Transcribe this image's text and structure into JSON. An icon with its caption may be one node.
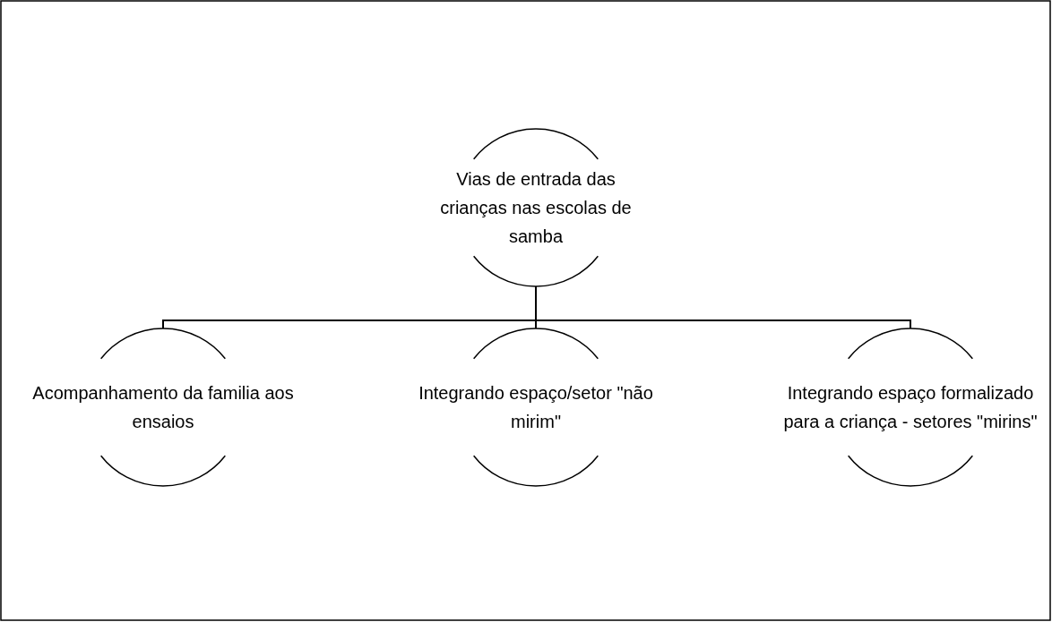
{
  "diagram": {
    "nodes": [
      {
        "text": [
          "Vias de entrada das crianças nas escolas de samba"
        ]
      },
      {
        "text": [
          "Acompanhamento da familia aos ensaios"
        ]
      },
      {
        "text": [
          "Integrando espaço/setor \"não mirim\""
        ]
      },
      {
        "text": [
          "Integrando espaço formalizado para a criança - setores \"mirins\""
        ]
      }
    ],
    "edges": [
      {
        "from": 0,
        "to": 1,
        "arrow": "none"
      },
      {
        "from": 0,
        "to": 2,
        "arrow": "none"
      },
      {
        "from": 0,
        "to": 3,
        "arrow": "none"
      }
    ]
  }
}
